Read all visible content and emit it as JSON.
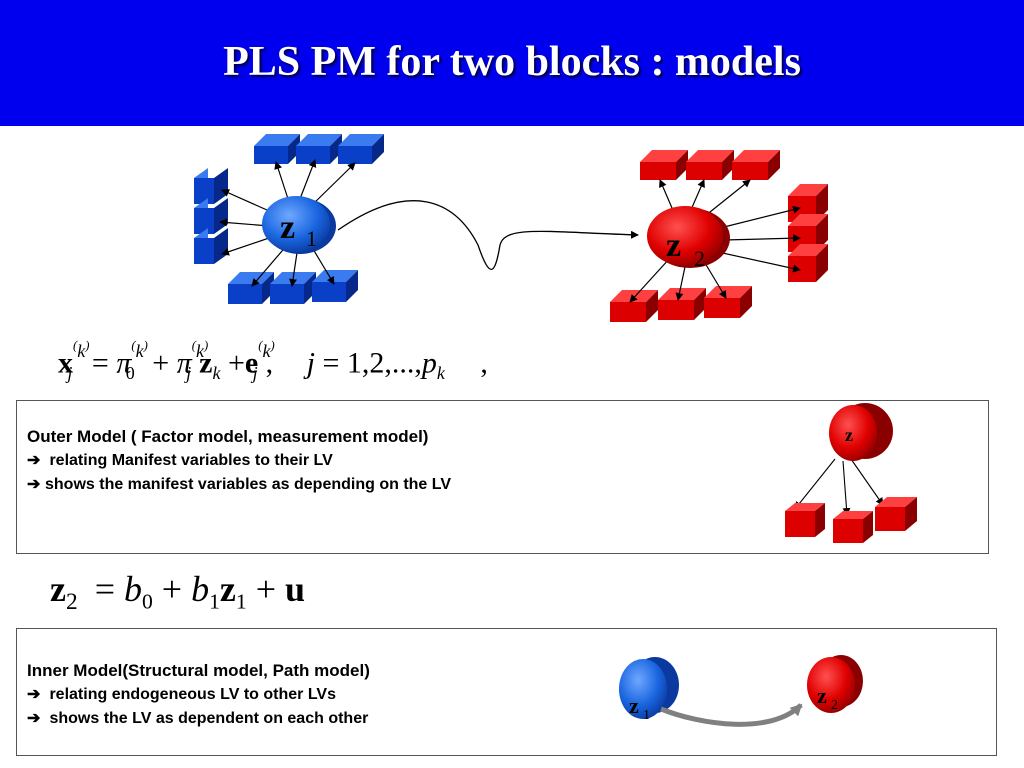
{
  "title": "PLS PM for two blocks : models",
  "equations": {
    "outer": {
      "lhs": "x",
      "lhs_sub": "j",
      "lhs_sup": "k",
      "eq": "=",
      "pi": "π",
      "pi0_sub": "0",
      "plus": "+",
      "pij_sub": "j",
      "z": "z",
      "z_sub": "k",
      "e": "e",
      "e_sub": "j",
      "comma": ",",
      "index_var": "j",
      "index_vals": "1,2,...,",
      "p": "p",
      "p_sub": "k",
      "trail": ","
    },
    "inner": {
      "z": "z",
      "z_sub": "2",
      "eq": "=",
      "b": "b",
      "b0_sub": "0",
      "plus": "+",
      "b1_sub": "1",
      "z1_sub": "1",
      "u": "u"
    }
  },
  "outer_model": {
    "heading": "Outer Model ( Factor model, measurement model)",
    "lines": [
      "relating Manifest variables to their LV",
      "shows the manifest variables as depending on the LV"
    ],
    "arrow_glyph": "➔"
  },
  "inner_model": {
    "heading": "Inner Model(Structural model, Path model)",
    "lines": [
      "relating endogeneous LV to other LVs",
      "shows the LV as dependent on each other"
    ],
    "arrow_glyph": "➔"
  },
  "diagram": {
    "lv_top_left": "z",
    "lv_top_left_sub": "1",
    "lv_top_right": "z",
    "lv_top_right_sub": "2",
    "lv_outer": "z",
    "lv_inner_left": "z",
    "lv_inner_left_sub": "1",
    "lv_inner_right": "z",
    "lv_inner_right_sub": "2"
  },
  "colors": {
    "title_band": "#0000ee",
    "blue_lv": "#1560d8",
    "red_lv": "#e00000",
    "arrow": "#808080"
  }
}
